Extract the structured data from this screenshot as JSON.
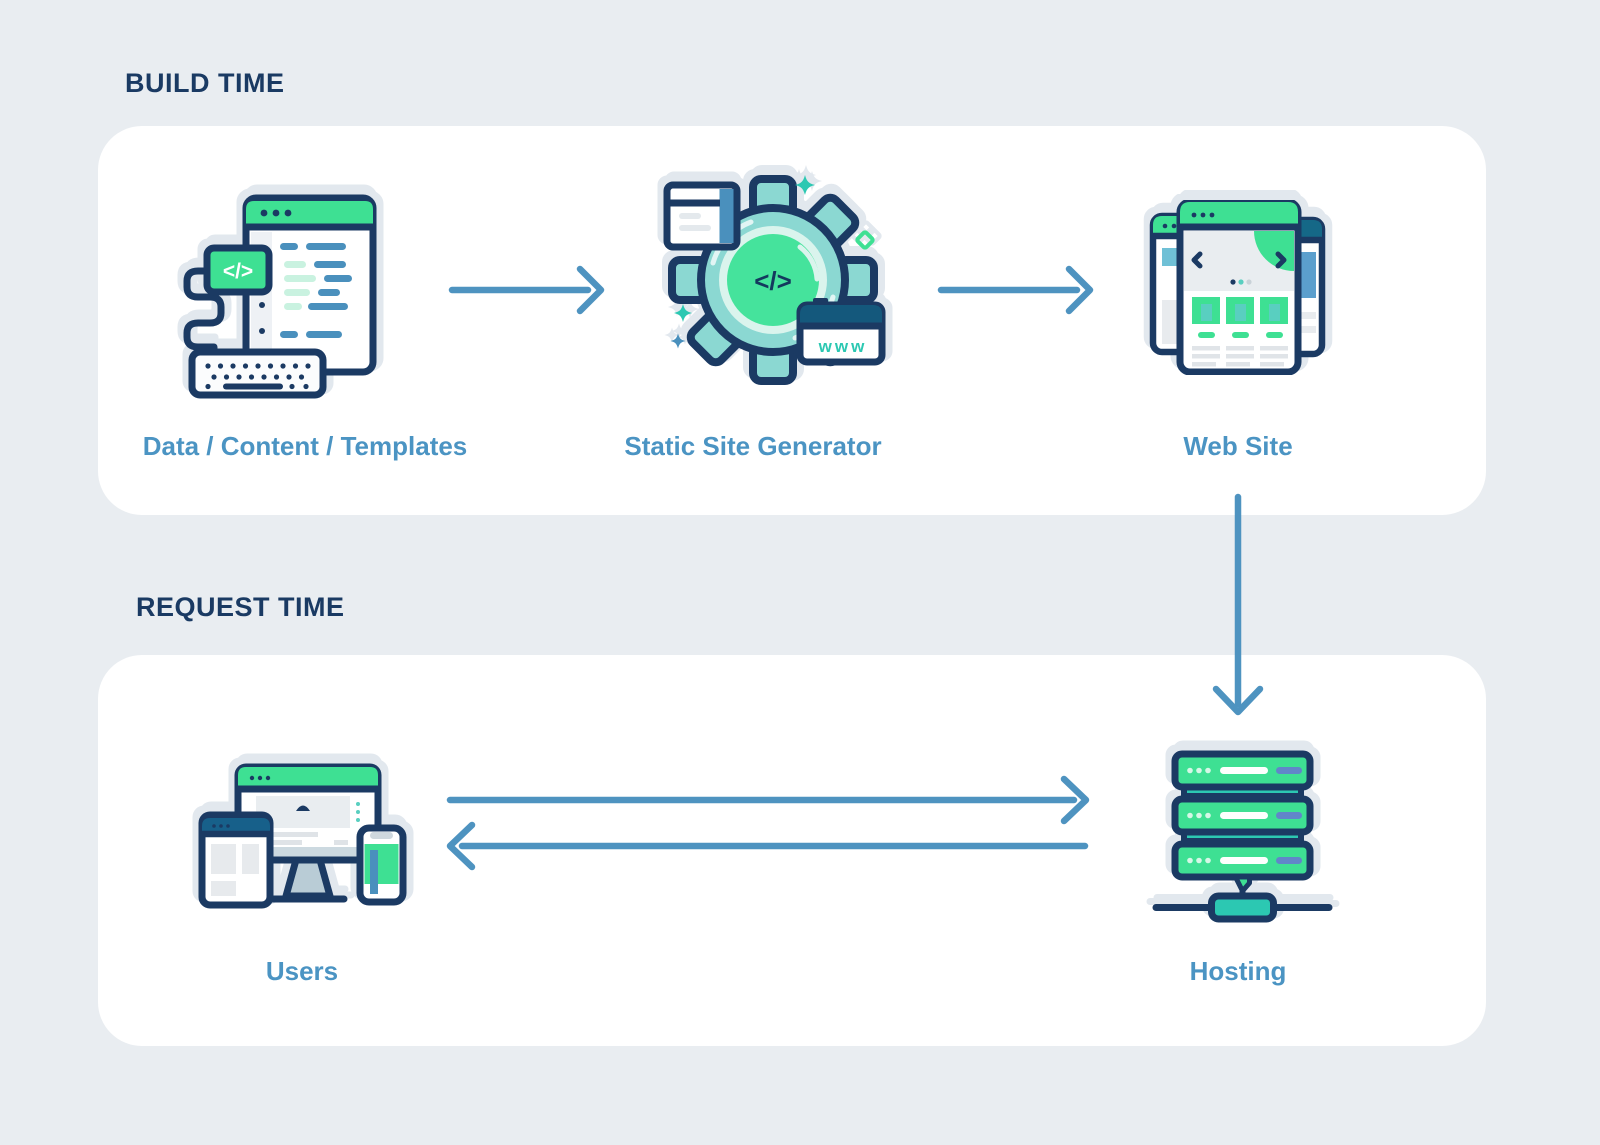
{
  "colors": {
    "background": "#e9edf1",
    "card": "#ffffff",
    "outline_navy": "#1b3a63",
    "title_navy": "#1a3a63",
    "label_blue": "#4b94c3",
    "arrow_blue": "#4e93c0",
    "green": "#3ee093",
    "teal_accent": "#2cc8b2",
    "gear_teal": "#8bd8d2",
    "mid_blue": "#4a90bd",
    "dark_teal_header": "#14587c"
  },
  "sections": {
    "build": {
      "title": "BUILD TIME",
      "nodes": [
        {
          "label": "Data / Content / Templates",
          "icon": "code-editor-keyboard-icon"
        },
        {
          "label": "Static Site Generator",
          "icon": "generator-gear-icon"
        },
        {
          "label": "Web Site",
          "icon": "browser-pages-icon"
        }
      ]
    },
    "request": {
      "title": "REQUEST TIME",
      "nodes": [
        {
          "label": "Users",
          "icon": "user-devices-icon"
        },
        {
          "label": "Hosting",
          "icon": "server-stack-icon"
        }
      ]
    }
  },
  "icon_text": {
    "editor_chip": "</>",
    "gear_core": "</>",
    "www_badge": "www"
  },
  "arrows": [
    {
      "from": "Data / Content / Templates",
      "to": "Static Site Generator",
      "direction": "right"
    },
    {
      "from": "Static Site Generator",
      "to": "Web Site",
      "direction": "right"
    },
    {
      "from": "Web Site",
      "to": "Hosting",
      "direction": "down"
    },
    {
      "from": "Users",
      "to": "Hosting",
      "direction": "right"
    },
    {
      "from": "Hosting",
      "to": "Users",
      "direction": "left"
    }
  ]
}
